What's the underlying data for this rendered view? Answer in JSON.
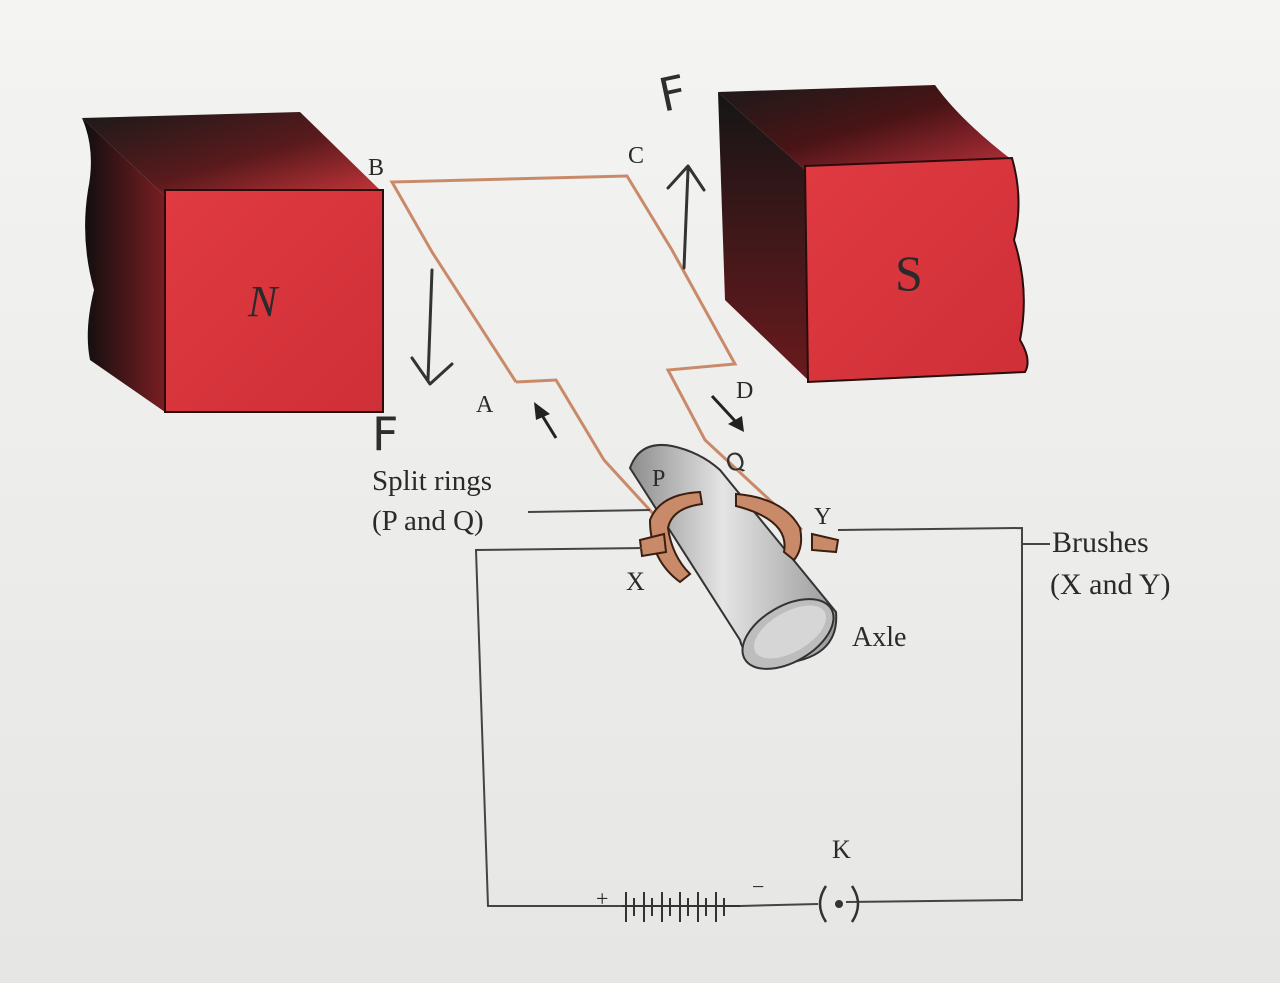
{
  "magnets": {
    "north_label": "N",
    "south_label": "S",
    "color": "#d8333a"
  },
  "coil": {
    "corner_a": "A",
    "corner_b": "B",
    "corner_c": "C",
    "corner_d": "D",
    "wire_color": "#c98a6a"
  },
  "force_labels": {
    "left": "F",
    "right": "F"
  },
  "split_rings": {
    "label_line1": "Split rings",
    "label_line2": "(P and Q)",
    "ring_p": "P",
    "ring_q": "Q"
  },
  "brushes": {
    "label_line1": "Brushes",
    "label_line2": "(X and Y)",
    "brush_x": "X",
    "brush_y": "Y"
  },
  "axle": {
    "label": "Axle"
  },
  "circuit": {
    "key_label": "K",
    "battery_plus": "+",
    "battery_minus": "−"
  }
}
